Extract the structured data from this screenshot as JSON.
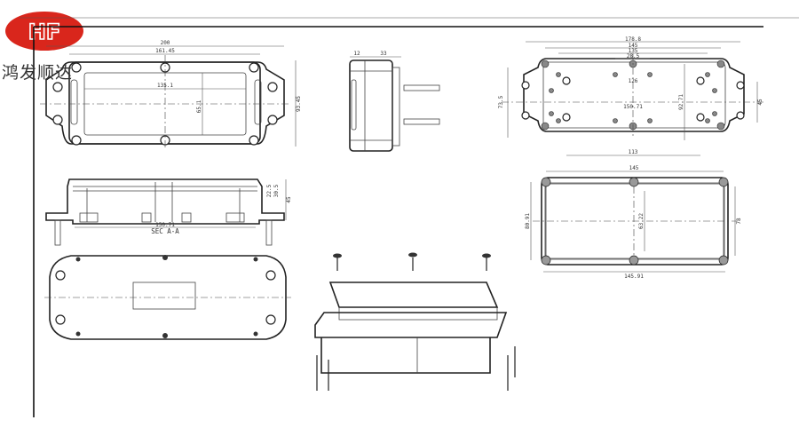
{
  "logo": {
    "text": "HF",
    "color": "#d9261c"
  },
  "brand_name": "鸿发顺达",
  "top_view": {
    "d_overall": "200",
    "d_flange": "161.45",
    "d_inner": "135.1",
    "d_inner_h": "65.1",
    "d_height": "93.45"
  },
  "side_view": {
    "d_lid": "12",
    "d_body": "33"
  },
  "bottom_view": {
    "d_overall": "178.8",
    "d_145": "145",
    "d_135": "135",
    "d_28": "28.5",
    "d_126": "126",
    "d_150": "150.71",
    "d_113": "113",
    "d_h": "92.71",
    "d_left": "73.5",
    "d_right": "45"
  },
  "section_view": {
    "d_width": "150.71",
    "title": "SEC A-A",
    "d_height": "45",
    "d_a": "22.5",
    "d_b": "30.5"
  },
  "lid_view": {
    "d_top": "145",
    "d_bottom": "145.91",
    "d_left": "80.91",
    "d_mid": "63.22",
    "d_right": "78"
  }
}
